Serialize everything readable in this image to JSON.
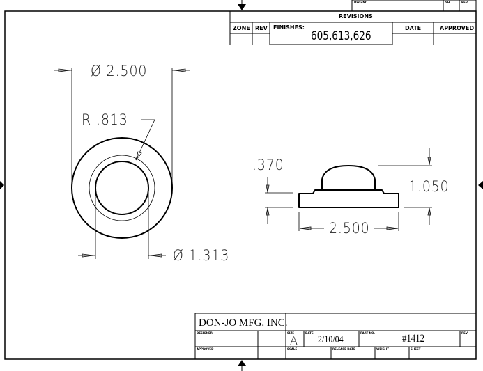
{
  "revisions": {
    "dwg_no_label": "DWG NO",
    "sh_label": "SH",
    "rev_label": "REV",
    "title": "REVISIONS",
    "columns": [
      "ZONE",
      "REV",
      "FINISHES:",
      "DATE",
      "APPROVED"
    ],
    "finishes_value": "605,613,626"
  },
  "top_view": {
    "outer_diameter": "Ø 2.500",
    "radius": "R .813",
    "inner_diameter": "Ø 1.313"
  },
  "side_view": {
    "step_height": ".370",
    "total_height": "1.050",
    "width": "2.500"
  },
  "title_block": {
    "company": "DON-JO MFG. INC.",
    "designer_label": "DESIGNER",
    "approved_label": "APPROVED",
    "size_label": "SIZE",
    "size_value": "A",
    "date_label": "DATE:",
    "date_value": "2/10/04",
    "part_no_label": "PART NO.",
    "part_no_value": "#1412",
    "rev_label": "REV",
    "scale_label": "SCALE",
    "release_date_label": "RELEASE DATE",
    "weight_label": "WEIGHT",
    "sheet_label": "SHEET"
  }
}
